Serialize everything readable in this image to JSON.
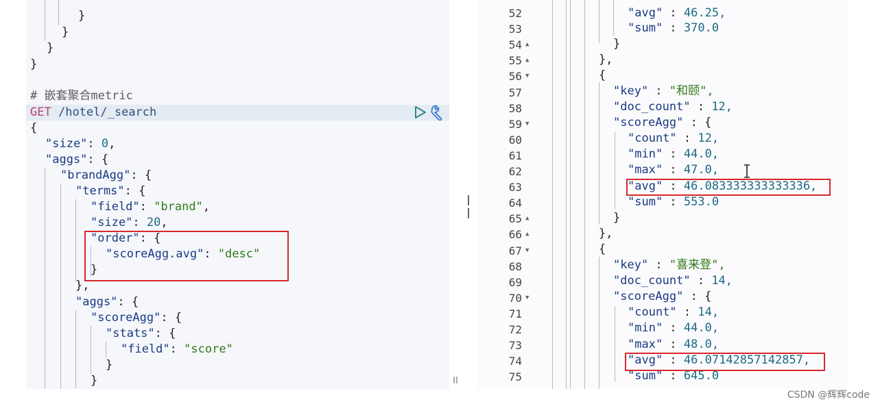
{
  "left_editor": {
    "comment": "# 嵌套聚合metric",
    "method": "GET",
    "path": "/hotel/_search",
    "closing_top": [
      "}",
      "}",
      "}",
      "}"
    ],
    "body": {
      "open": "{",
      "size_key": "\"size\"",
      "size_val": "0",
      "aggs_key": "\"aggs\"",
      "brandAgg_key": "\"brandAgg\"",
      "terms_key": "\"terms\"",
      "field_key": "\"field\"",
      "field_val": "\"brand\"",
      "size2_key": "\"size\"",
      "size2_val": "20",
      "order_key": "\"order\"",
      "order_inner_key": "\"scoreAgg.avg\"",
      "order_inner_val": "\"desc\"",
      "close_brace": "}",
      "close_brace_comma": "},",
      "aggs2_key": "\"aggs\"",
      "scoreAgg_key": "\"scoreAgg\"",
      "stats_key": "\"stats\"",
      "stats_field_key": "\"field\"",
      "stats_field_val": "\"score\""
    }
  },
  "right_editor": {
    "lines": [
      {
        "num": "52",
        "fold": ""
      },
      {
        "num": "53",
        "fold": ""
      },
      {
        "num": "54",
        "fold": "▲"
      },
      {
        "num": "55",
        "fold": "▲"
      },
      {
        "num": "56",
        "fold": "▼"
      },
      {
        "num": "57",
        "fold": ""
      },
      {
        "num": "58",
        "fold": ""
      },
      {
        "num": "59",
        "fold": "▼"
      },
      {
        "num": "60",
        "fold": ""
      },
      {
        "num": "61",
        "fold": ""
      },
      {
        "num": "62",
        "fold": ""
      },
      {
        "num": "63",
        "fold": ""
      },
      {
        "num": "64",
        "fold": ""
      },
      {
        "num": "65",
        "fold": "▲"
      },
      {
        "num": "66",
        "fold": "▲"
      },
      {
        "num": "67",
        "fold": "▼"
      },
      {
        "num": "68",
        "fold": ""
      },
      {
        "num": "69",
        "fold": ""
      },
      {
        "num": "70",
        "fold": "▼"
      },
      {
        "num": "71",
        "fold": ""
      },
      {
        "num": "72",
        "fold": ""
      },
      {
        "num": "73",
        "fold": ""
      },
      {
        "num": "74",
        "fold": ""
      },
      {
        "num": "75",
        "fold": ""
      }
    ],
    "code": {
      "l52_key": "\"avg\"",
      "l52_val": "46.25,",
      "l53_key": "\"sum\"",
      "l53_val": "370.0",
      "brace": "}",
      "brace_comma": "},",
      "open": "{",
      "key_key": "\"key\"",
      "key1_val": "\"和颐\",",
      "doc_count_key": "\"doc_count\"",
      "doc1_val": "12,",
      "scoreAgg_key": "\"scoreAgg\"",
      "count_key": "\"count\"",
      "count1_val": "12,",
      "min_key": "\"min\"",
      "min1_val": "44.0,",
      "max_key": "\"max\"",
      "max1_val": "47.0,",
      "avg_key": "\"avg\"",
      "avg1_val": "46.083333333333336,",
      "sum_key": "\"sum\"",
      "sum1_val": "553.0",
      "key2_val": "\"喜来登\",",
      "doc2_val": "14,",
      "count2_val": "14,",
      "min2_val": "44.0,",
      "max2_val": "48.0,",
      "avg2_val": "46.07142857142857,",
      "sum2_val": "645.0"
    }
  },
  "watermark": "CSDN @辉辉code",
  "colors": {
    "highlight_box": "#d9262c",
    "string": "#2f7a1a",
    "number": "#1c6a82",
    "key": "#1a3a80"
  }
}
